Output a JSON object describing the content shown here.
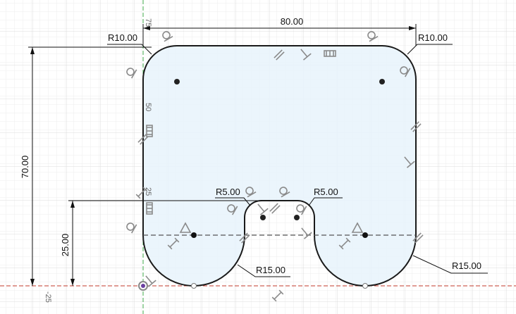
{
  "canvas": {
    "title": "Sketch canvas",
    "colors": {
      "background": "#ffffff",
      "grid_minor": "#eeeeee",
      "grid_major": "#dddddd",
      "profile_fill": "#e8f3fb",
      "profile_stroke": "#1a1a1a",
      "y_axis": "#3fa84a",
      "x_axis": "#c0392b",
      "constraint_glyph": "#8a8a8a"
    }
  },
  "rulers": {
    "left_top_tick": "75",
    "left_mid_tick": "50",
    "left_lower_tick": "25",
    "bottom_tick": "-25"
  },
  "dimensions": {
    "overall_width": "80.00",
    "overall_height": "70.00",
    "slot_height": "25.00",
    "radius_top_left": "R10.00",
    "radius_top_right": "R10.00",
    "radius_slot_left": "R5.00",
    "radius_slot_right": "R5.00",
    "radius_bottom_left": "R15.00",
    "radius_bottom_right": "R15.00"
  },
  "constraint_icons": [
    "tangent-icon",
    "parallel-icon",
    "perpendicular-icon",
    "horizontal-icon",
    "vertical-icon",
    "coincident-icon",
    "fix-icon",
    "equal-icon"
  ]
}
